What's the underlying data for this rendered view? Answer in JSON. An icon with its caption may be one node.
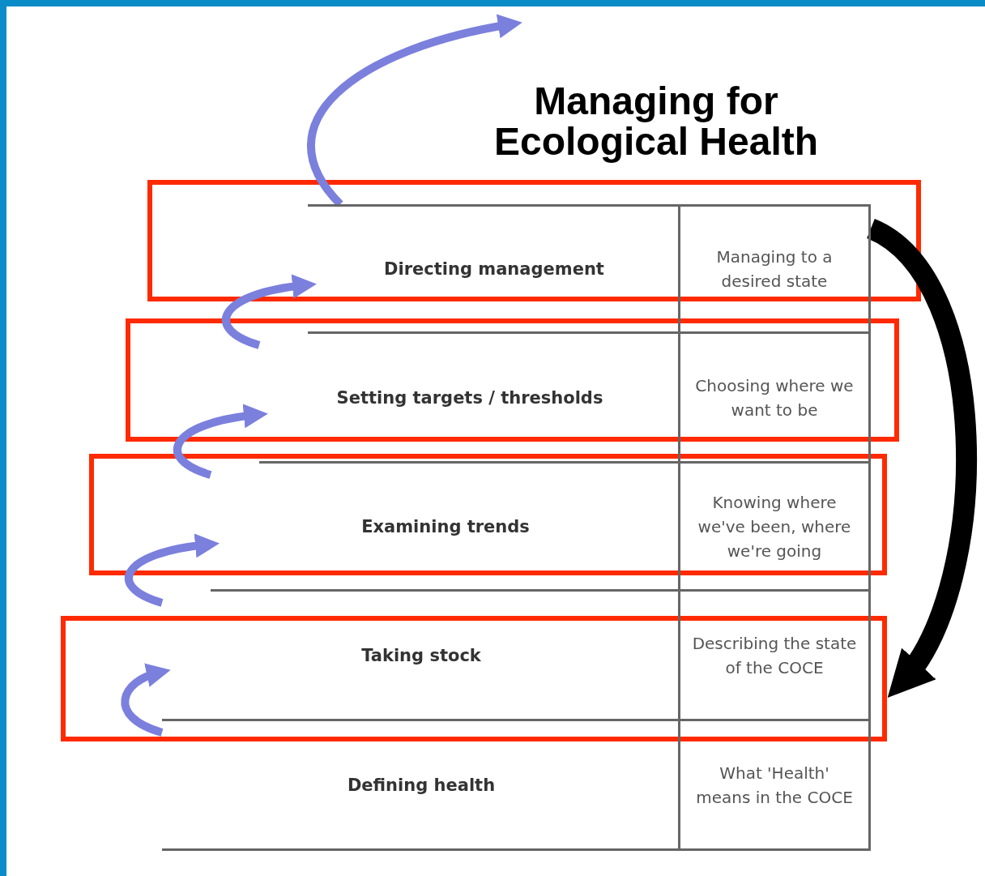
{
  "diagram": {
    "title": "Managing for Ecological Health",
    "nodes": [
      {
        "text": [
          "Directing management",
          "Managing to a desired state"
        ]
      },
      {
        "text": [
          "Setting targets / thresholds",
          "Choosing where we want to be"
        ]
      },
      {
        "text": [
          "Examining trends",
          "Knowing where we've been, where we're going"
        ]
      },
      {
        "text": [
          "Taking stock",
          "Describing the state of the COCE"
        ]
      },
      {
        "text": [
          "Defining health",
          "What 'Health' means in the COCE"
        ]
      }
    ],
    "edges": [
      {
        "from": 4,
        "to": 3,
        "arrow": "to"
      },
      {
        "from": 3,
        "to": 2,
        "arrow": "to"
      },
      {
        "from": 2,
        "to": 1,
        "arrow": "to"
      },
      {
        "from": 1,
        "to": 0,
        "arrow": "to"
      },
      {
        "from": 0,
        "to": null,
        "arrow": "to"
      },
      {
        "from": 0,
        "to": 3,
        "arrow": "to",
        "style": "thick",
        "color": "#000000"
      }
    ]
  }
}
